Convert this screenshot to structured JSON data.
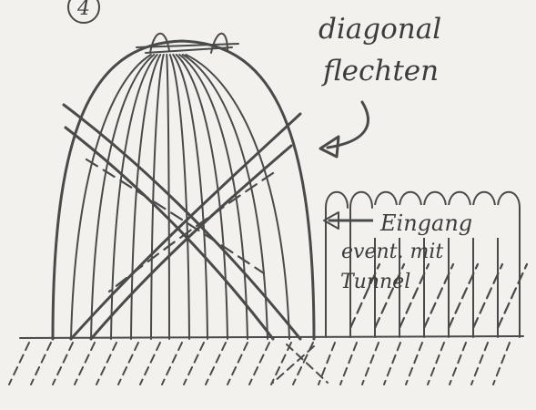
{
  "step_number": "4",
  "labels": {
    "technique_line1": "diagonal",
    "technique_line2": "flechten",
    "entrance_line1": "Eingang",
    "entrance_line2": "event. mit",
    "entrance_line3": "Tunnel"
  },
  "colors": {
    "paper": "#f2f1ed",
    "pencil": "#4a4a4a"
  }
}
